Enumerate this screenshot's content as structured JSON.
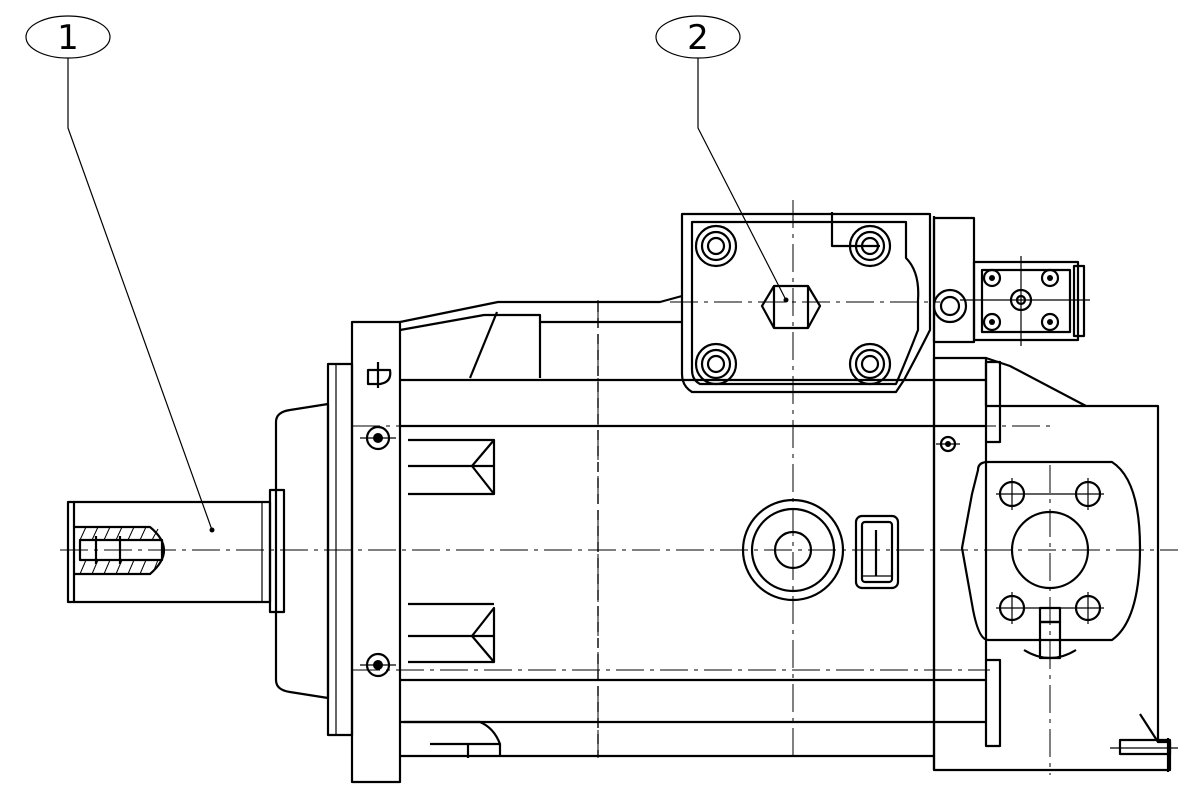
{
  "callouts": [
    {
      "label": "1",
      "target": "drive-shaft"
    },
    {
      "label": "2",
      "target": "control-valve-plug"
    }
  ]
}
